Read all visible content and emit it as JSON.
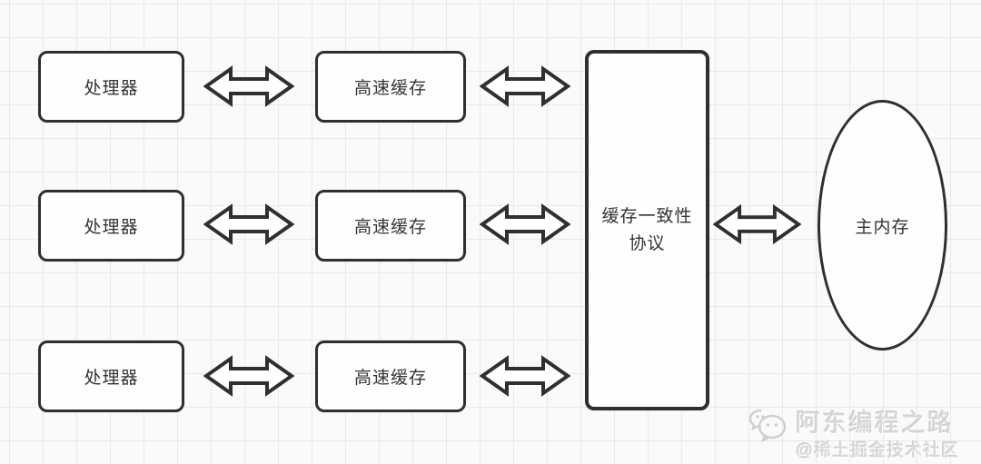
{
  "diagram": {
    "type": "flow-diagram",
    "description": "CPU cache coherence architecture diagram",
    "processors": [
      "处理器",
      "处理器",
      "处理器"
    ],
    "caches": [
      "高速缓存",
      "高速缓存",
      "高速缓存"
    ],
    "protocol": {
      "line1": "缓存一致性",
      "line2": "协议"
    },
    "memory": {
      "label": "主内存"
    },
    "edges": [
      {
        "from": "processor-1",
        "to": "cache-1",
        "type": "bidirectional"
      },
      {
        "from": "processor-2",
        "to": "cache-2",
        "type": "bidirectional"
      },
      {
        "from": "processor-3",
        "to": "cache-3",
        "type": "bidirectional"
      },
      {
        "from": "cache-1",
        "to": "coherence-protocol",
        "type": "bidirectional"
      },
      {
        "from": "cache-2",
        "to": "coherence-protocol",
        "type": "bidirectional"
      },
      {
        "from": "cache-3",
        "to": "coherence-protocol",
        "type": "bidirectional"
      },
      {
        "from": "coherence-protocol",
        "to": "main-memory",
        "type": "bidirectional"
      }
    ]
  },
  "watermark": {
    "brand": "阿东编程之路",
    "community": "@稀土掘金技术社区",
    "icon": "wechat-chat-bubbles-icon"
  },
  "colors": {
    "stroke": "#2f2f2f",
    "background": "#fafafa",
    "grid": "#e9e9e9",
    "watermark": "#d2d2d2"
  }
}
